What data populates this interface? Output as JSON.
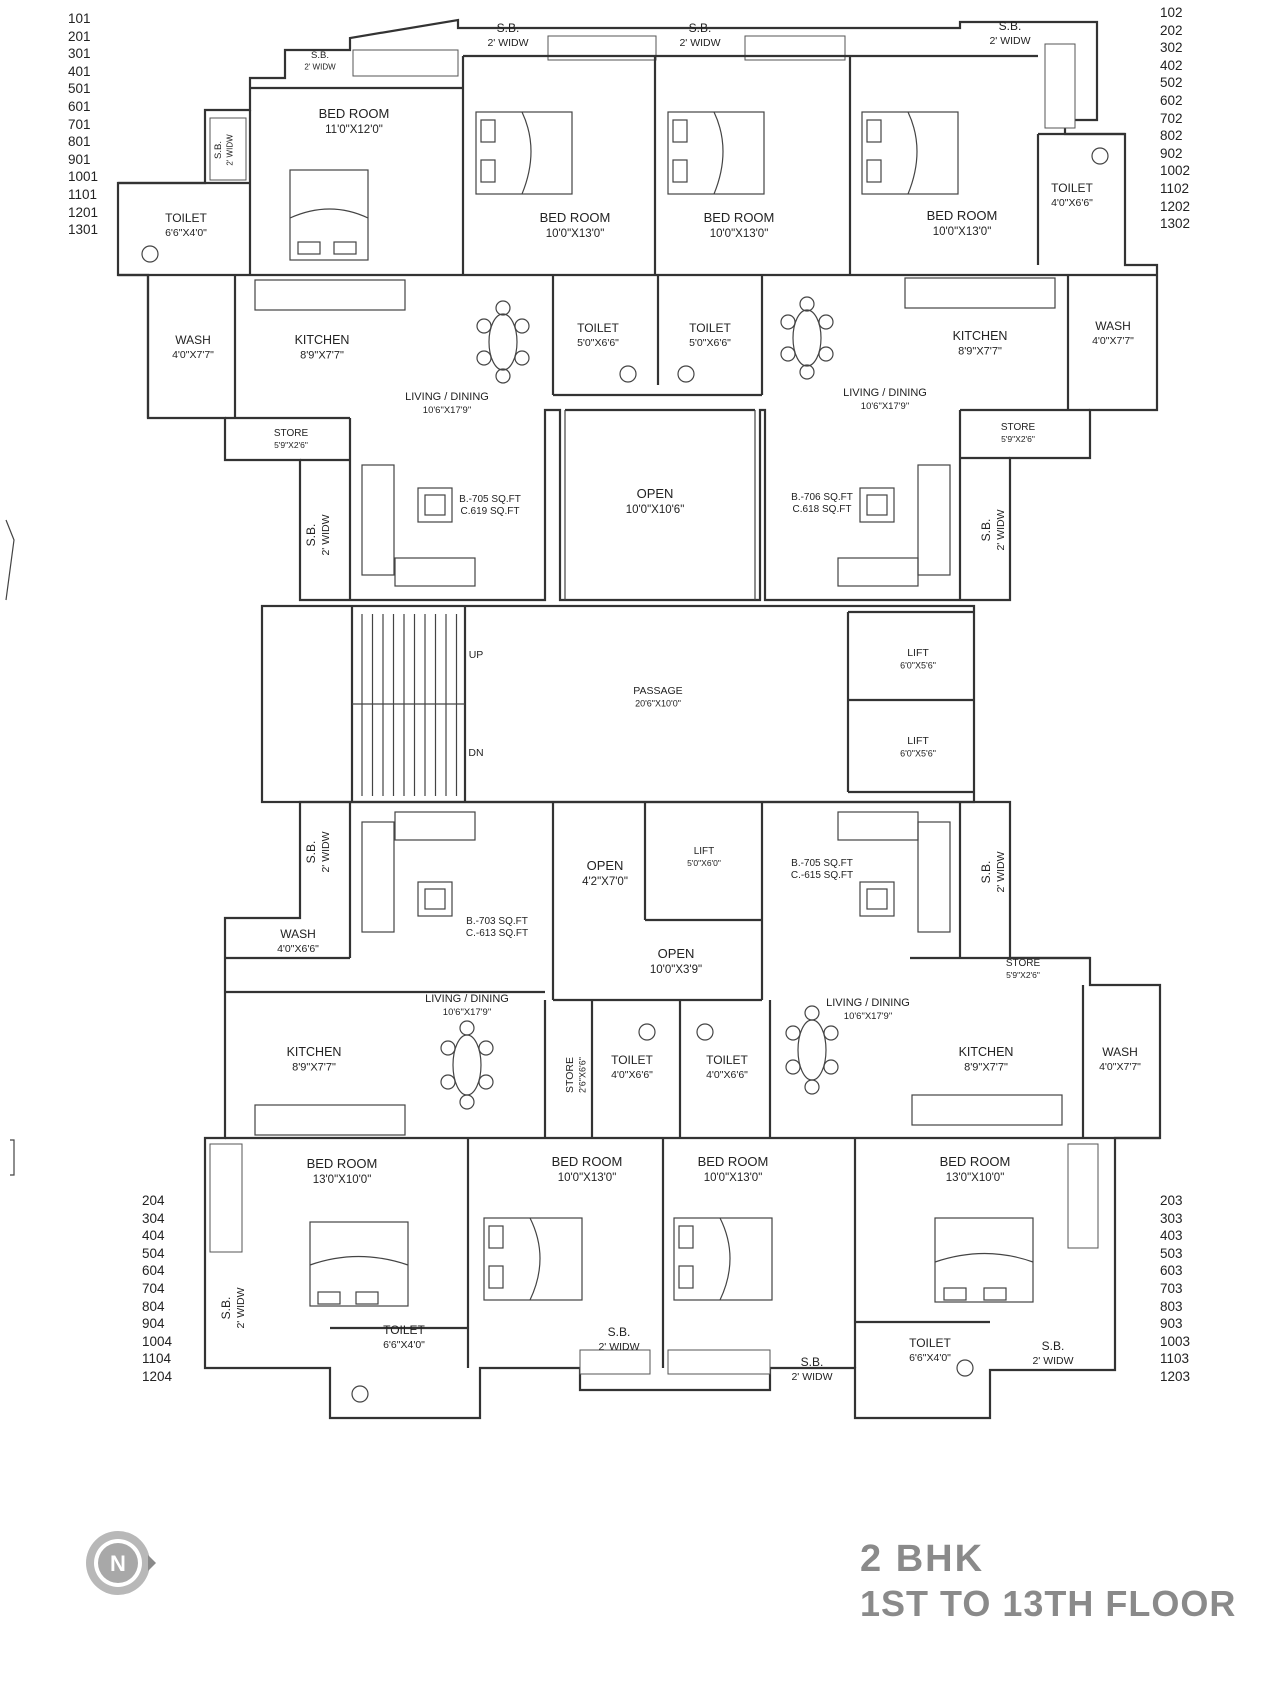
{
  "title": {
    "line1": "2 BHK",
    "line2": "1ST TO 13TH FLOOR"
  },
  "north_label": "N",
  "unit_lists": {
    "top_left": [
      "101",
      "201",
      "301",
      "401",
      "501",
      "601",
      "701",
      "801",
      "901",
      "1001",
      "1101",
      "1201",
      "1301"
    ],
    "top_right": [
      "102",
      "202",
      "302",
      "402",
      "502",
      "602",
      "702",
      "802",
      "902",
      "1002",
      "1102",
      "1202",
      "1302"
    ],
    "bottom_left": [
      "204",
      "304",
      "404",
      "504",
      "604",
      "704",
      "804",
      "904",
      "1004",
      "1104",
      "1204"
    ],
    "bottom_right": [
      "203",
      "303",
      "403",
      "503",
      "603",
      "703",
      "803",
      "903",
      "1003",
      "1103",
      "1203"
    ]
  },
  "rooms": {
    "sb_tl1": {
      "name": "S.B.",
      "dim": "2' WIDW"
    },
    "sb_tl2": {
      "name": "S.B.",
      "dim": "2' WIDW"
    },
    "sb_top1": {
      "name": "S.B.",
      "dim": "2' WIDW"
    },
    "sb_top2": {
      "name": "S.B.",
      "dim": "2' WIDW"
    },
    "sb_tr": {
      "name": "S.B.",
      "dim": "2' WIDW"
    },
    "bed_tl": {
      "name": "BED ROOM",
      "dim": "11'0\"X12'0\""
    },
    "bed_t2": {
      "name": "BED ROOM",
      "dim": "10'0\"X13'0\""
    },
    "bed_t3": {
      "name": "BED ROOM",
      "dim": "10'0\"X13'0\""
    },
    "bed_tr": {
      "name": "BED ROOM",
      "dim": "10'0\"X13'0\""
    },
    "toilet_tl": {
      "name": "TOILET",
      "dim": "6'6\"X4'0\""
    },
    "toilet_tr": {
      "name": "TOILET",
      "dim": "4'0\"X6'6\""
    },
    "wash_tl": {
      "name": "WASH",
      "dim": "4'0\"X7'7\""
    },
    "kitchen_tl": {
      "name": "KITCHEN",
      "dim": "8'9\"X7'7\""
    },
    "toilet_tc1": {
      "name": "TOILET",
      "dim": "5'0\"X6'6\""
    },
    "toilet_tc2": {
      "name": "TOILET",
      "dim": "5'0\"X6'6\""
    },
    "kitchen_tr": {
      "name": "KITCHEN",
      "dim": "8'9\"X7'7\""
    },
    "wash_tr": {
      "name": "WASH",
      "dim": "4'0\"X7'7\""
    },
    "living_tl": {
      "name": "LIVING / DINING",
      "dim": "10'6\"X17'9\""
    },
    "living_tr": {
      "name": "LIVING / DINING",
      "dim": "10'6\"X17'9\""
    },
    "store_tl": {
      "name": "STORE",
      "dim": "5'9\"X2'6\""
    },
    "store_tr": {
      "name": "STORE",
      "dim": "5'9\"X2'6\""
    },
    "area_tl": {
      "b": "B.-705 SQ.FT",
      "c": "C.619 SQ.FT"
    },
    "area_tr": {
      "b": "B.-706 SQ.FT",
      "c": "C.618 SQ.FT"
    },
    "open_top": {
      "name": "OPEN",
      "dim": "10'0\"X10'6\""
    },
    "sb_ml": {
      "name": "S.B.",
      "dim": "2' WIDW"
    },
    "sb_mr": {
      "name": "S.B.",
      "dim": "2' WIDW"
    },
    "passage": {
      "name": "PASSAGE",
      "dim": "20'6\"X10'0\""
    },
    "stair_up": "UP",
    "stair_dn": "DN",
    "lift1": {
      "name": "LIFT",
      "dim": "6'0\"X5'6\""
    },
    "lift2": {
      "name": "LIFT",
      "dim": "6'0\"X5'6\""
    },
    "sb_bl1": {
      "name": "S.B.",
      "dim": "2' WIDW"
    },
    "sb_br1": {
      "name": "S.B.",
      "dim": "2' WIDW"
    },
    "open_b1": {
      "name": "OPEN",
      "dim": "4'2\"X7'0\""
    },
    "lift3": {
      "name": "LIFT",
      "dim": "5'0\"X6'0\""
    },
    "open_b2": {
      "name": "OPEN",
      "dim": "10'0\"X3'9\""
    },
    "area_bl": {
      "b": "B.-703 SQ.FT",
      "c": "C.-613 SQ.FT"
    },
    "area_br": {
      "b": "B.-705 SQ.FT",
      "c": "C.-615 SQ.FT"
    },
    "wash_bl": {
      "name": "WASH",
      "dim": "4'0\"X6'6\""
    },
    "store_br": {
      "name": "STORE",
      "dim": "5'9\"X2'6\""
    },
    "living_bl": {
      "name": "LIVING / DINING",
      "dim": "10'6\"X17'9\""
    },
    "living_br": {
      "name": "LIVING / DINING",
      "dim": "10'6\"X17'9\""
    },
    "kitchen_bl": {
      "name": "KITCHEN",
      "dim": "8'9\"X7'7\""
    },
    "kitchen_br": {
      "name": "KITCHEN",
      "dim": "8'9\"X7'7\""
    },
    "wash_br": {
      "name": "WASH",
      "dim": "4'0\"X7'7\""
    },
    "store_bc": {
      "name": "STORE",
      "dim": "2'6\"X6'6\""
    },
    "toilet_bc1": {
      "name": "TOILET",
      "dim": "4'0\"X6'6\""
    },
    "toilet_bc2": {
      "name": "TOILET",
      "dim": "4'0\"X6'6\""
    },
    "bed_bl": {
      "name": "BED ROOM",
      "dim": "13'0\"X10'0\""
    },
    "bed_b2": {
      "name": "BED ROOM",
      "dim": "10'0\"X13'0\""
    },
    "bed_b3": {
      "name": "BED ROOM",
      "dim": "10'0\"X13'0\""
    },
    "bed_br": {
      "name": "BED ROOM",
      "dim": "13'0\"X10'0\""
    },
    "sb_bl2": {
      "name": "S.B.",
      "dim": "2' WIDW"
    },
    "toilet_bl": {
      "name": "TOILET",
      "dim": "6'6\"X4'0\""
    },
    "sb_b1": {
      "name": "S.B.",
      "dim": "2' WIDW"
    },
    "sb_b2": {
      "name": "S.B.",
      "dim": "2' WIDW"
    },
    "toilet_br": {
      "name": "TOILET",
      "dim": "6'6\"X4'0\""
    },
    "sb_br2": {
      "name": "S.B.",
      "dim": "2' WIDW"
    }
  }
}
